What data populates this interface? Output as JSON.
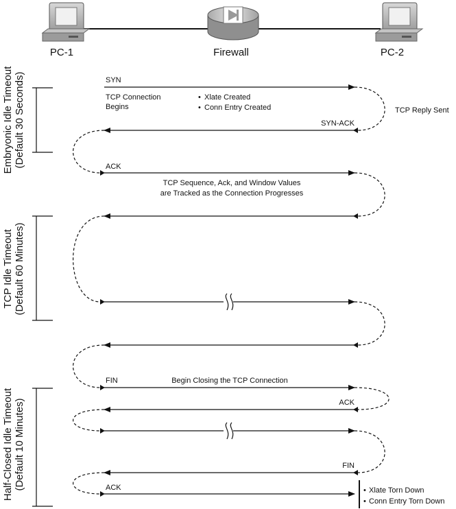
{
  "devices": {
    "pc1": {
      "label": "PC-1",
      "icon": "pc-icon"
    },
    "firewall": {
      "label": "Firewall",
      "icon": "firewall-icon"
    },
    "pc2": {
      "label": "PC-2",
      "icon": "pc-icon"
    }
  },
  "timeouts": {
    "embryonic": {
      "line1": "Embryonic Idle Timeout",
      "line2": "(Default 30 Seconds)"
    },
    "tcp": {
      "line1": "TCP Idle Timeout",
      "line2": "(Default 60 Minutes)"
    },
    "half_closed": {
      "line1": "Half-Closed Idle Timeout",
      "line2": "(Default 10 Minutes)"
    }
  },
  "messages": {
    "syn": "SYN",
    "tcp_conn_begins_1": "TCP Connection",
    "tcp_conn_begins_2": "Begins",
    "xlate_created": "Xlate Created",
    "conn_entry_created": "Conn Entry Created",
    "tcp_reply_sent": "TCP Reply Sent",
    "syn_ack": "SYN-ACK",
    "ack": "ACK",
    "tracked_1": "TCP Sequence, Ack, and Window Values",
    "tracked_2": "are Tracked as the Connection Progresses",
    "fin": "FIN",
    "begin_closing": "Begin Closing the TCP Connection",
    "ack_reply": "ACK",
    "fin_reply": "FIN",
    "ack_final": "ACK",
    "xlate_torn_down": "Xlate Torn Down",
    "conn_entry_torn_down": "Conn Entry Torn Down"
  },
  "bullet": "•"
}
